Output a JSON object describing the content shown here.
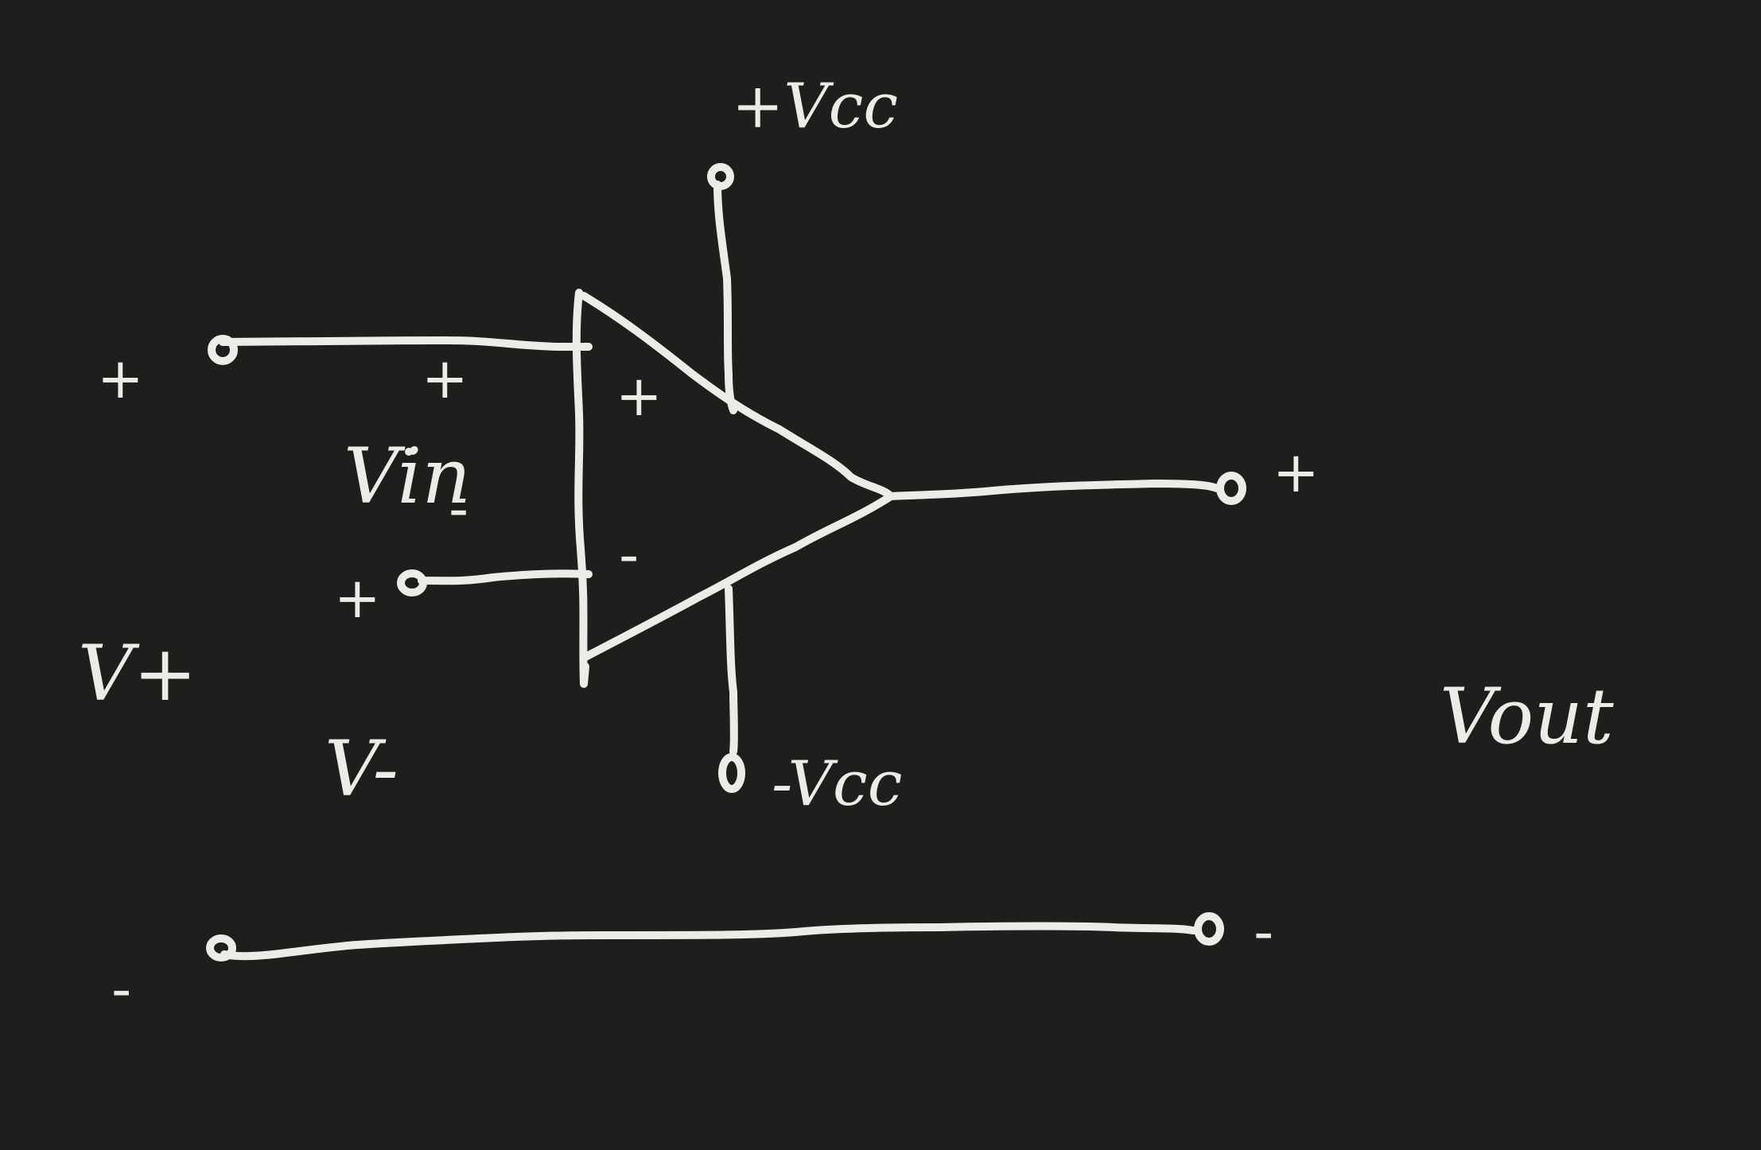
{
  "diagram": {
    "style": {
      "background": "#1f1e1d",
      "ink": "#ecebe8"
    },
    "labels": {
      "vcc_pos": "+Vcc",
      "vcc_neg": "-Vcc",
      "vin": "Vin",
      "v_plus": "V+",
      "v_minus": "V-",
      "vout": "Vout",
      "opamp_plus": "+",
      "opamp_minus": "-",
      "vin_plus": "+",
      "vin_minus": "-",
      "left_top_plus": "+",
      "left_mid_plus": "+",
      "left_bottom_minus": "-",
      "out_plus": "+",
      "out_minus": "-"
    }
  }
}
